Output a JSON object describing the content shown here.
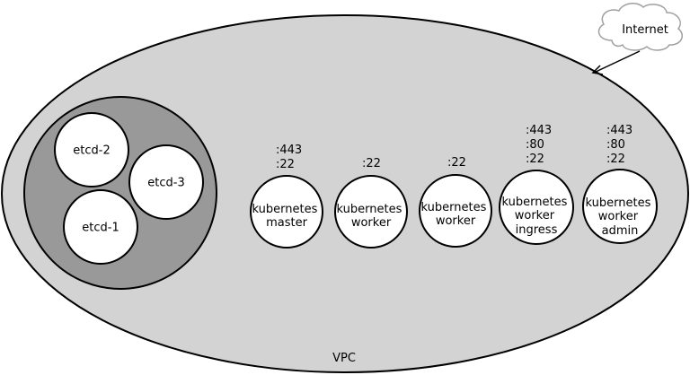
{
  "vpc": {
    "label": "VPC"
  },
  "internet": {
    "label": "Internet",
    "icon": "cloud-icon"
  },
  "etcd_cluster": {
    "nodes": [
      {
        "label": "etcd-2"
      },
      {
        "label": "etcd-3"
      },
      {
        "label": "etcd-1"
      }
    ]
  },
  "nodes": [
    {
      "lines": [
        "kubernetes",
        "master"
      ],
      "ports": [
        ":443",
        ":22"
      ]
    },
    {
      "lines": [
        "kubernetes",
        "worker"
      ],
      "ports": [
        ":22"
      ]
    },
    {
      "lines": [
        "kubernetes",
        "worker"
      ],
      "ports": [
        ":22"
      ]
    },
    {
      "lines": [
        "kubernetes",
        "worker",
        "ingress"
      ],
      "ports": [
        ":443",
        ":80",
        ":22"
      ]
    },
    {
      "lines": [
        "kubernetes",
        "worker",
        "admin"
      ],
      "ports": [
        ":443",
        ":80",
        ":22"
      ]
    }
  ],
  "colors": {
    "vpc_fill": "#d3d3d3",
    "etcd_group_fill": "#999999",
    "node_fill": "#ffffff",
    "stroke": "#000000",
    "cloud_stroke": "#a0a0a0"
  }
}
